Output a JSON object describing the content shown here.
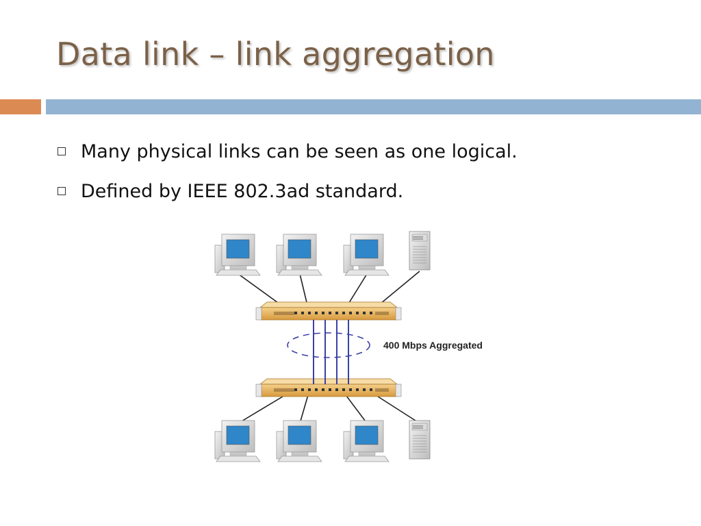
{
  "slide": {
    "title": "Data link – link aggregation",
    "bullets": [
      "Many physical links can be seen as one logical.",
      "Defined by IEEE 802.3ad standard."
    ]
  },
  "diagram": {
    "aggregate_label": "400 Mbps Aggregated",
    "top_devices": [
      "pc",
      "pc",
      "pc",
      "server"
    ],
    "bottom_devices": [
      "pc",
      "pc",
      "pc",
      "server"
    ],
    "trunk_link_count": 4,
    "colors": {
      "switch": "#e8b25a",
      "trunk": "#3b3fa6",
      "ring": "#3b3fa6",
      "screen": "#2f86c9",
      "accent_orange": "#dc8a54",
      "accent_blue": "#92b4d2",
      "title": "#7b6148"
    }
  }
}
